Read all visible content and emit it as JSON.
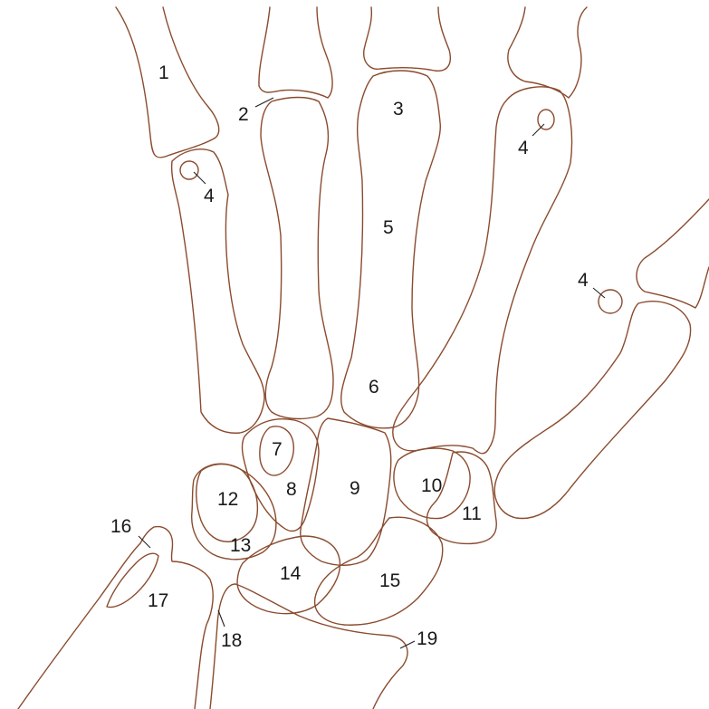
{
  "labels": {
    "l1": "1",
    "l2": "2",
    "l3": "3",
    "l4a": "4",
    "l4b": "4",
    "l4c": "4",
    "l5": "5",
    "l6": "6",
    "l7": "7",
    "l8": "8",
    "l9": "9",
    "l10": "10",
    "l11": "11",
    "l12": "12",
    "l13": "13",
    "l14": "14",
    "l15": "15",
    "l16": "16",
    "l17": "17",
    "l18": "18",
    "l19": "19"
  },
  "colors": {
    "outline": "#8a4b2e",
    "text": "#1a1a1a",
    "background": "#ffffff"
  }
}
